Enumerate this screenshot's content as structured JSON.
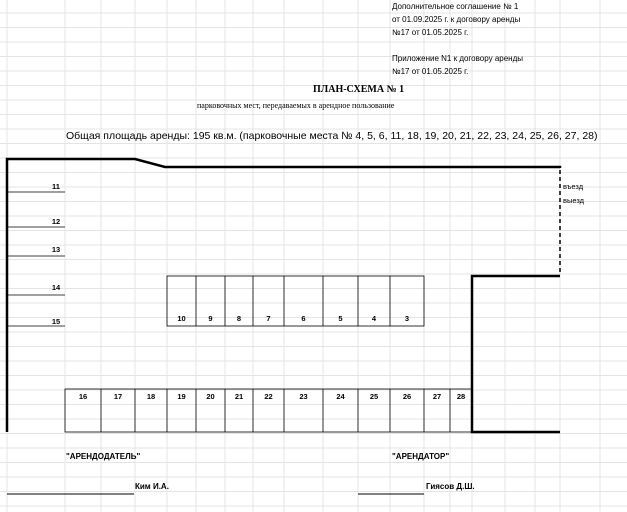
{
  "header": {
    "lines": [
      "Дополнительное соглашение № 1",
      "от 01.09.2025 г. к договору аренды",
      "№17 от 01.05.2025 г.",
      "",
      "Приложение N1 к договору аренды",
      "№17 от 01.05.2025 г."
    ]
  },
  "title": "ПЛАН-СХЕМА  № 1",
  "subtitle": "парковочных мест, передаваемых в арендное пользование",
  "area_text": "Общая площадь аренды: 195 кв.м. (парковочные места № 4, 5, 6, 11, 18, 19, 20, 21, 22, 23, 24, 25, 26, 27, 28)",
  "plan": {
    "left_spaces": [
      "11",
      "12",
      "13",
      "14",
      "15"
    ],
    "middle_spaces": [
      "10",
      "9",
      "8",
      "7",
      "6",
      "5",
      "4",
      "3"
    ],
    "bottom_spaces": [
      "16",
      "17",
      "18",
      "19",
      "20",
      "21",
      "22",
      "23",
      "24",
      "25",
      "26",
      "27",
      "28"
    ],
    "entry": [
      "въезд",
      "выезд"
    ]
  },
  "landlord": {
    "label": "\"АРЕНДОДАТЕЛЬ\"",
    "name": "Ким И.А."
  },
  "tenant": {
    "label": "\"АРЕНДАТОР\"",
    "name": "Гиясов Д.Ш."
  }
}
